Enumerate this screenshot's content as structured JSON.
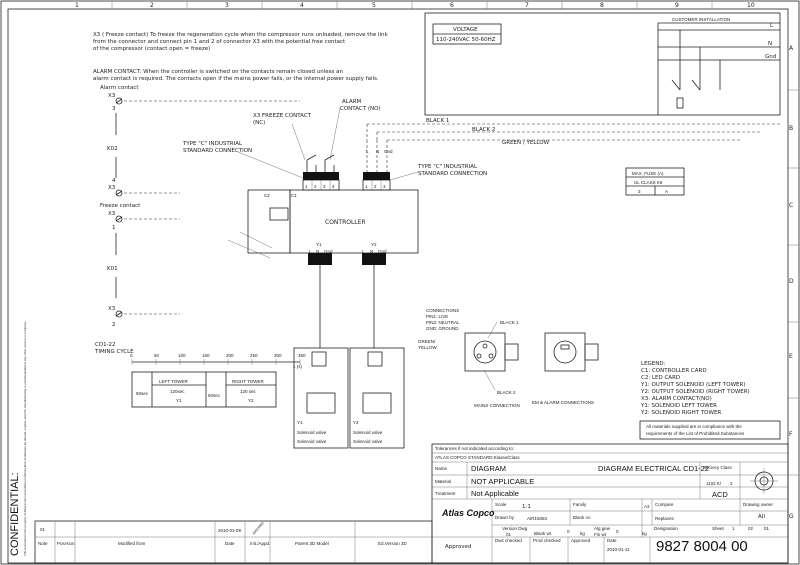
{
  "grid": {
    "cols": [
      "1",
      "2",
      "3",
      "4",
      "5",
      "6",
      "7",
      "8",
      "9",
      "10"
    ],
    "rows": [
      "A",
      "B",
      "C",
      "D",
      "E",
      "F",
      "G"
    ]
  },
  "notes": {
    "freeze": "X3 ( Freeze contact) To freeze the regeneration cycle when the compressor runs unloaded, remove the link from the connector and connect pin 1 and 2 of connector X3 with the potential free contact of the compressor (contact open = freeze)",
    "alarm": "ALARM CONTACT: When the controller is switched on the contacts remain closed unless an alarm contact is required. The contacts open if the mains power fails, or the internal power supply fails."
  },
  "labels": {
    "alarm_contact": "Alarm contact",
    "freeze_contact": "Freeze contact",
    "k02": "K02",
    "k01": "K01",
    "x3a": "X3",
    "x3b": "X3",
    "x3c": "X3",
    "x3d": "X3",
    "pin3": "3",
    "pin4": "4",
    "pin1": "1",
    "pin2": "2",
    "x3_freeze": "X3 FREEZE CONTACT",
    "nc": "(NC)",
    "alarm_contact_nc": "ALARM",
    "contact_no": "CONTACT (NO)",
    "type_c_left": "TYPE \"C\" INDUSTRIAL",
    "std_conn_left": "STANDARD CONNECTION",
    "type_c_right": "TYPE \"C\" INDUSTRIAL",
    "std_conn_right": "STANDARD CONNECTION",
    "controller": "CONTROLLER",
    "c2": "C2",
    "c1": "C1",
    "y1": "Y1",
    "y2": "Y2",
    "y1b": "Y1",
    "y2b": "Y2",
    "sol1a": "Solenoid valve",
    "sol1b": "Solenoid valve",
    "sol2a": "Solenoid valve",
    "sol2b": "Solenoid valve",
    "l": "L",
    "n": "N",
    "gnd": "Gnd",
    "voltage": "VOLTAGE",
    "voltage_val": "110-240VAC 50-60HZ",
    "customer_install": "CUSTOMER INSTALLATION",
    "black1": "BLACK 1",
    "black2": "BLACK 2",
    "green_yellow": "GREEN / YELLOW",
    "max_fuse": "MAX. FUSE (A)",
    "ul_class": "UL CLASS K5",
    "fuse_v": "3",
    "fuse_a": "A",
    "connections": "CONNECTIONS",
    "pin1_live": "PIN1: LIVE",
    "pin2_neutral": "PIN2: NEUTRAL",
    "gnd_ground": "GND: GROUND",
    "green_yellow2": "GREEN/",
    "yellow": "YELLOW",
    "black1b": "BLACK 1",
    "black2b": "BLACK 2",
    "mains_conn": "MAINS CONNECTION",
    "em_alarm": "EM & ALARM CONNECTIONS",
    "timing1": "CD1-22",
    "timing2": "TIMING CYCLE"
  },
  "timing": {
    "ticks": [
      "0",
      "50",
      "100",
      "150",
      "200",
      "250",
      "300",
      "350"
    ],
    "left_tower": "LEFT TOWER",
    "right_tower": "RIGHT TOWER",
    "sec50a": "50sec",
    "sec120a": "120sec",
    "sec50b": "50sec",
    "sec120b": "120 sec",
    "y1": "Y1",
    "y2": "Y2",
    "unit": "1 (s)"
  },
  "legend": {
    "title": "LEGEND:",
    "items": [
      "C1: CONTROLLER CARD",
      "C2: LED CARD",
      "Y1: OUTPUT SOLENOID (LEFT TOWER)",
      "Y2: OUTPUT SOLENOID (RIGHT TOWER)",
      "X3: ALARM CONTACT(NO)",
      "Y1: SOLENOID LEFT TOWER",
      "Y2: SOLENOID RIGHT TOWER"
    ]
  },
  "compliance": "All materials supplied are in compliance with the requirements of the List of Prohibited Substances",
  "title_block": {
    "tolerances": "Tolerances if not indicated according to:",
    "standard": "ATLAS COPCO STANDARD:Klasse/Class",
    "name_label": "Name",
    "name_value": "DIAGRAM",
    "title_value": "DIAGRAM ELECTRICAL CD1-22",
    "secrecy": "Secrecy Class",
    "secrecy_val": "1102 K/",
    "secrecy_num": "2",
    "material_label": "Material",
    "material_value": "NOT APPLICABLE",
    "acd": "ACD",
    "treatment_label": "Treatment",
    "treatment_value": "Not Applicable",
    "logo": "Atlas Copco",
    "scale_label": "Scale",
    "scale_value": "1:1",
    "family_label": "Family",
    "a3": "A3",
    "compare_label": "Compare",
    "drawing_owner": "Drawing owner",
    "owner_value": "AII",
    "drawn_by_label": "Drawn by",
    "drawn_by_value": "AIR15083",
    "blank_no_label": "Blank no",
    "replaces_label": "Replaces",
    "version_dwg": "Version Dwg",
    "version_val": "01",
    "blank_wt": "Blank wt",
    "blank_wt_val": "0",
    "kg1": "kg",
    "alg_gew": "Alg gew",
    "fin_wt": "Fin wt",
    "fin_wt_val": "0",
    "kg2": "kg",
    "designation": "Designation",
    "sheet": "Sheet",
    "sheet_val": "1",
    "sheet_of": "02",
    "sheet_num": "01",
    "approved": "Approved",
    "date_checked": "Dws checked",
    "prod_checked": "Prod checked",
    "approved2": "Approved",
    "date_label": "Date",
    "date_value": "2010-01-11",
    "doc_number": "9827 8004 00"
  },
  "revision": {
    "version": "01",
    "date": "2010-03-09",
    "initials": "AIR15083",
    "note_label": "Note",
    "position_label": "Posi-tion",
    "modified_label": "Modified from",
    "date_label": "Date",
    "init_label": "Init./Appd.",
    "parent_label": "Parent 3D Model",
    "ed_label": "Ed.Version 3D"
  },
  "confidential": "CONFIDENTIAL:",
  "confidential_small": "This document is the property of Atlas Copco and shall not without their permission be altered, copied, used for manufacturing or communicated to any other person or company."
}
